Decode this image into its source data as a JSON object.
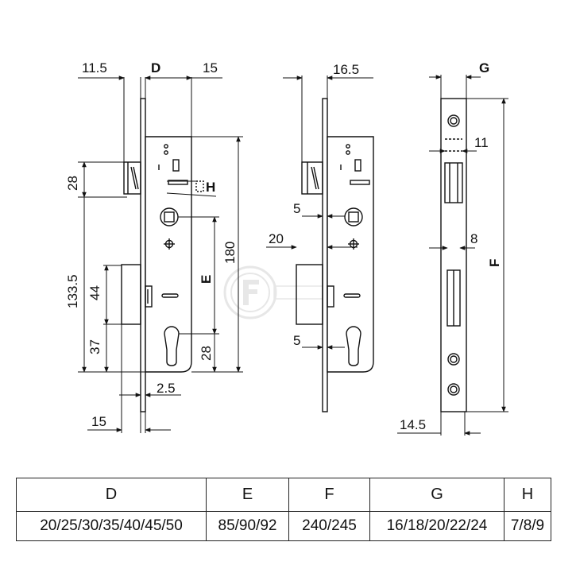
{
  "dimensions": {
    "left_view": {
      "d11_5": "11.5",
      "dD": "D",
      "d15_top": "15",
      "d28_top": "28",
      "dH": "H",
      "d133_5": "133.5",
      "d44": "44",
      "d37": "37",
      "d180": "180",
      "dE": "E",
      "d28_bot": "28",
      "d2_5": "2.5",
      "d15_bot": "15"
    },
    "middle_view": {
      "d16_5": "16.5",
      "d5_top": "5",
      "d20": "20",
      "d5_bot": "5"
    },
    "right_view": {
      "dG": "G",
      "d11": "11",
      "d8": "8",
      "dF": "F",
      "d14_5": "14.5"
    }
  },
  "table": {
    "headers": [
      "D",
      "E",
      "F",
      "G",
      "H"
    ],
    "values": [
      "20/25/30/35/40/45/50",
      "85/90/92",
      "240/245",
      "16/18/20/22/24",
      "7/8/9"
    ]
  },
  "colors": {
    "line": "#111111",
    "watermark": "#c8c8c8"
  }
}
